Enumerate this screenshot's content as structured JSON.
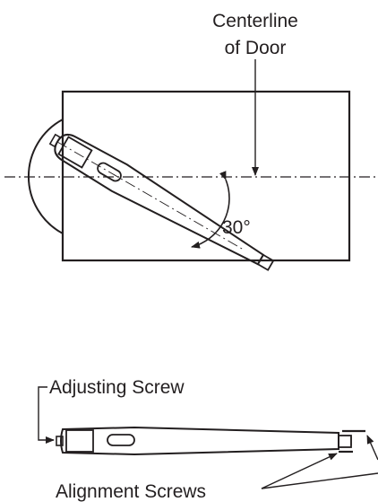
{
  "labels": {
    "centerline_line1": "Centerline",
    "centerline_line2": "of Door",
    "angle": "30°",
    "adjusting_screw": "Adjusting Screw",
    "alignment_screws": "Alignment Screws"
  },
  "angle_degrees": 30,
  "colors": {
    "ink": "#231f20",
    "background": "#ffffff"
  }
}
